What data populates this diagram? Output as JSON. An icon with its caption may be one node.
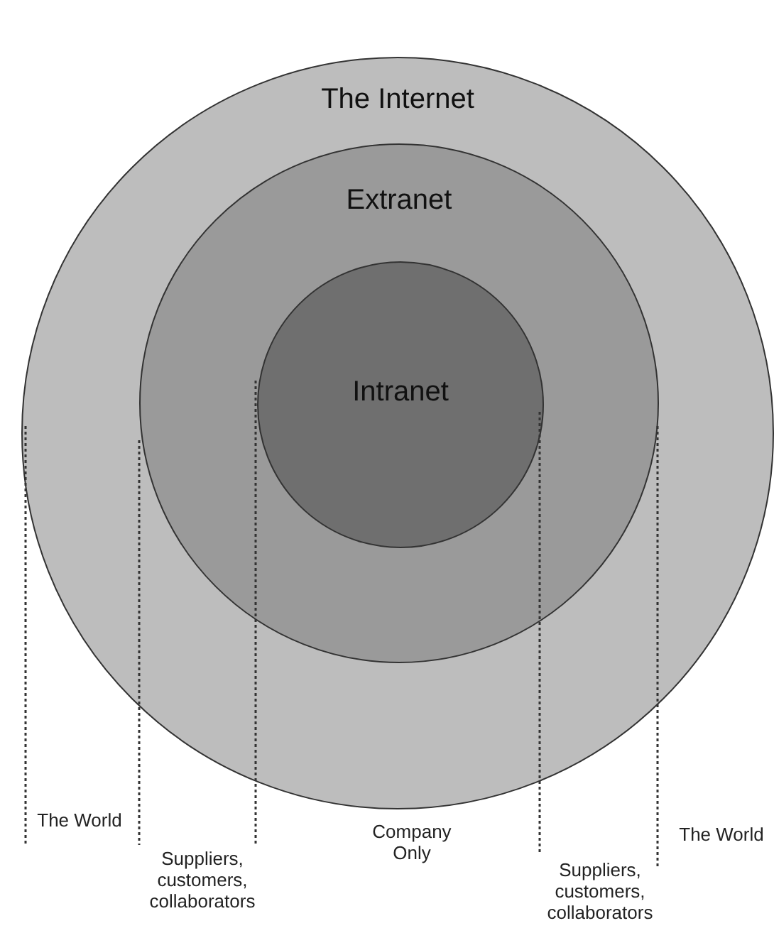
{
  "diagram": {
    "nodes": [
      {
        "text": [
          "The Internet"
        ]
      },
      {
        "text": [
          "Extranet"
        ],
        "in": 0
      },
      {
        "text": [
          "Intranet"
        ],
        "in": 1
      }
    ],
    "labels": [
      "The World",
      "Suppliers, customers, collaborators",
      "Company Only",
      "Suppliers, customers, collaborators",
      "The World"
    ]
  }
}
